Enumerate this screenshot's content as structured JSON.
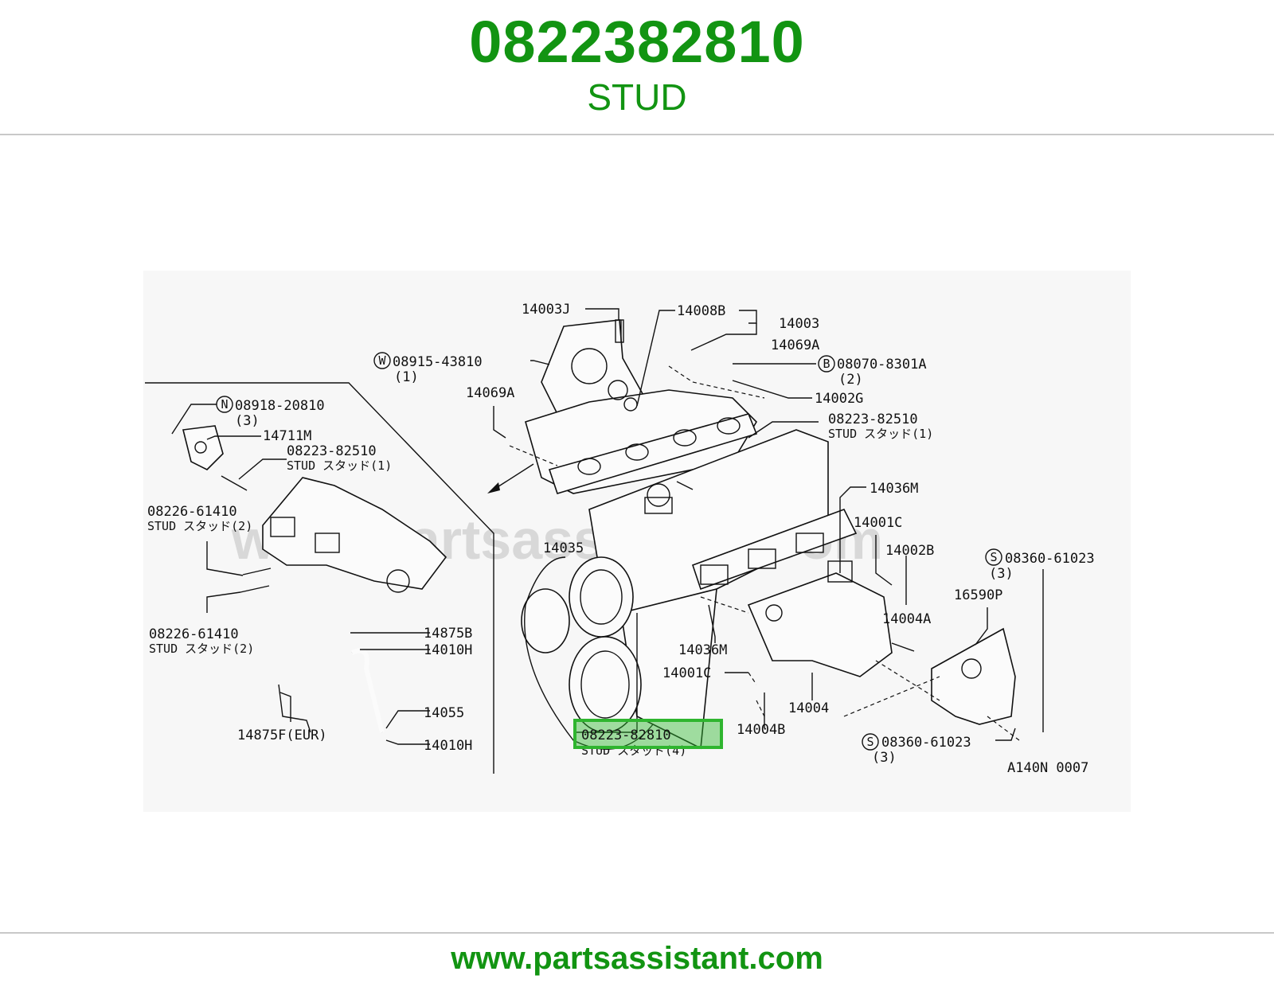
{
  "header": {
    "part_number": "0822382810",
    "part_name": "STUD"
  },
  "footer": {
    "website": "www.partsassistant.com"
  },
  "diagram": {
    "watermark": "www.partsassistant.com",
    "drawing_code": "A140N 0007",
    "highlight": {
      "code": "08223-82810",
      "desc": "STUD スタッド(4)",
      "color": "#2fb52f"
    },
    "labels": {
      "l_14003J": "14003J",
      "l_14008B": "14008B",
      "l_14003": "14003",
      "l_14069A_top": "14069A",
      "l_08915": "08915-43810",
      "l_08915_qty": "(1)",
      "l_08070": "08070-8301A",
      "l_08070_qty": "(2)",
      "l_14069A_left": "14069A",
      "l_14002G": "14002G",
      "l_08223_82510_right": "08223-82510",
      "l_stud_right": "STUD スタッド(1)",
      "l_08918": "08918-20810",
      "l_08918_qty": "(3)",
      "l_14711M": "14711M",
      "l_08223_82510_left": "08223-82510",
      "l_stud_left": "STUD スタッド(1)",
      "l_14036M_top": "14036M",
      "l_14001C_top": "14001C",
      "l_08226_top": "08226-61410",
      "l_stud2_top": "STUD スタッド(2)",
      "l_14035": "14035",
      "l_14002B": "14002B",
      "l_08360_top": "08360-61023",
      "l_08360_top_qty": "(3)",
      "l_16590P": "16590P",
      "l_14004A": "14004A",
      "l_08226_bot": "08226-61410",
      "l_stud2_bot": "STUD スタッド(2)",
      "l_14875B": "14875B",
      "l_14010H_top": "14010H",
      "l_14036M_bot": "14036M",
      "l_14001C_bot": "14001C",
      "l_14004": "14004",
      "l_14055": "14055",
      "l_14875F": "14875F(EUR)",
      "l_14010H_bot": "14010H",
      "l_14004B": "14004B",
      "l_08360_bot": "08360-61023",
      "l_08360_bot_qty": "(3)",
      "c_W": "W",
      "c_B": "B",
      "c_N": "N",
      "c_S_top": "S",
      "c_S_bot": "S"
    }
  }
}
